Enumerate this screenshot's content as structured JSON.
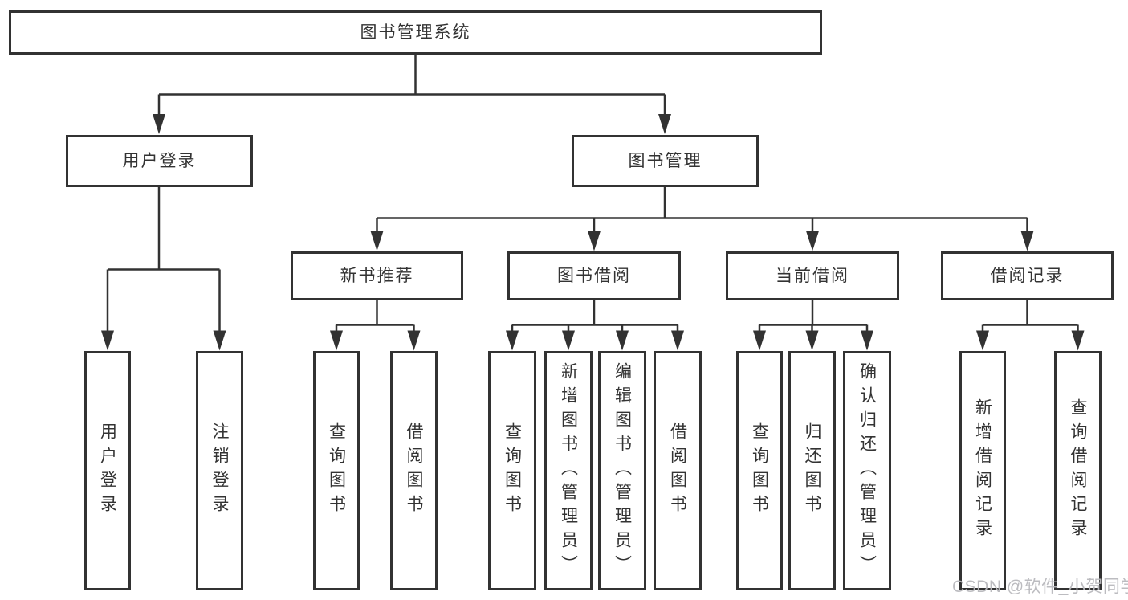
{
  "tree": {
    "label": "图书管理系统",
    "children": [
      {
        "label": "用户登录",
        "children": [
          {
            "label": "用户登录"
          },
          {
            "label": "注销登录"
          }
        ]
      },
      {
        "label": "图书管理",
        "children": [
          {
            "label": "新书推荐",
            "children": [
              {
                "label": "查询图书"
              },
              {
                "label": "借阅图书"
              }
            ]
          },
          {
            "label": "图书借阅",
            "children": [
              {
                "label": "查询图书"
              },
              {
                "label": "新增图书（管理员）"
              },
              {
                "label": "编辑图书（管理员）"
              },
              {
                "label": "借阅图书"
              }
            ]
          },
          {
            "label": "当前借阅",
            "children": [
              {
                "label": "查询图书"
              },
              {
                "label": "归还图书"
              },
              {
                "label": "确认归还（管理员）"
              }
            ]
          },
          {
            "label": "借阅记录",
            "children": [
              {
                "label": "新增借阅记录"
              },
              {
                "label": "查询借阅记录"
              }
            ]
          }
        ]
      }
    ]
  },
  "watermark": {
    "text": "CSDN @软件_小贺同学"
  },
  "colors": {
    "line": "#323232",
    "box_border": "#323232",
    "text": "#333333",
    "watermark": "#b8b8bd",
    "background": "#ffffff"
  }
}
